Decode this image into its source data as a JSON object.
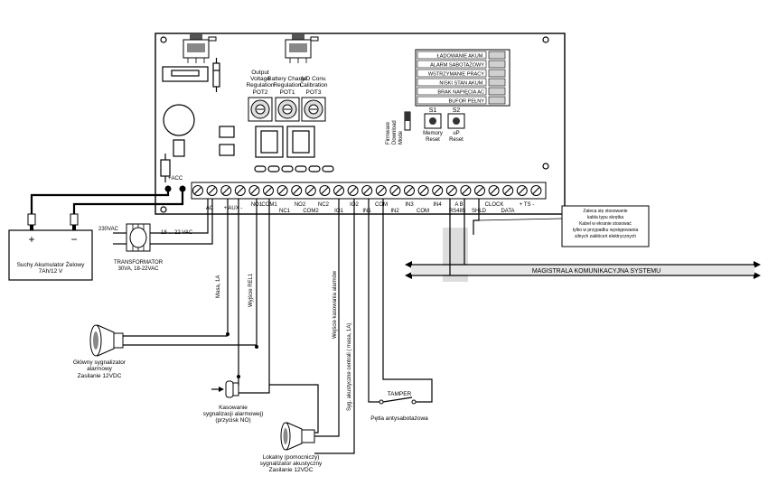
{
  "board": {
    "status_leds": [
      "ŁADOWANIE AKUM.",
      "ALARM SABOTAŻOWY",
      "WSTRZYMANIE PRACY",
      "NISKI STAN AKUM.",
      "BRAK NAPIĘCIA AC",
      "BUFOR PEŁNY"
    ],
    "pot2": {
      "desc_1": "Output",
      "desc_2": "Voltage",
      "desc_3": "Regulation",
      "label": "POT2"
    },
    "pot1": {
      "desc_1": "Battery Charge",
      "desc_2": "Regulation",
      "label": "POT1"
    },
    "pot3": {
      "desc_1": "A/D Conv.",
      "desc_2": "Calibration",
      "label": "POT3"
    },
    "firmware_1": "Firmware",
    "firmware_2": "Download",
    "firmware_3": "Mode",
    "s1": {
      "label": "S1",
      "desc_1": "Memory",
      "desc_2": "Reset"
    },
    "s2": {
      "label": "S2",
      "desc_1": "uP",
      "desc_2": "Reset"
    },
    "acc_label": "+ACC",
    "terminals_top": {
      "aux": "+ AUX -",
      "com1": "COM1",
      "nc2": "NC2",
      "com2_top": "",
      "io2_top": "",
      "com": "COM",
      "in4_top": "",
      "ab": "A    B",
      "clock": "CLOCK",
      "ts": "+ TS -"
    },
    "terminals_bottom": {
      "ac": "AC",
      "nc1": "NC1",
      "com2": "COM2",
      "io1": "IO1",
      "io2": "IO2",
      "in1": "IN1",
      "in2": "IN2",
      "in3": "IN3",
      "com": "COM",
      "in4": "IN4",
      "rs485": "RS485",
      "shld": "SHLD",
      "data": "DATA"
    },
    "no1": "NO1",
    "no2": "NO2",
    "nc2b": "NC2"
  },
  "battery": {
    "plus": "+",
    "minus": "−",
    "name": "Suchy Akumulator Żelowy",
    "spec": "7Ah/12 V"
  },
  "transformer": {
    "input": "230VAC",
    "output": "18 ... 22 VAC",
    "name": "TRANSFORMATOR",
    "spec": "30VA, 18-22VAC"
  },
  "wire_labels": {
    "masa": "Masa, 1A",
    "rel1": "Wyjście REL1",
    "kasowanie": "Wejście kasowania alarmów",
    "syg": "Syg. akustyczne centrali ( masa, 1A)"
  },
  "siren_main": {
    "line1": "Główny sygnalizator",
    "line2": "alarmowy",
    "line3": "Zasilanie 12VDC"
  },
  "reset_button": {
    "line1": "Kasowanie",
    "line2": "sygnalizacji alarmowej)",
    "line3": "(przycisk NO)"
  },
  "siren_local": {
    "line1": "Lokalny (pomocniczy)",
    "line2": "sygnalizator akustyczny",
    "line3": "Zasilanie 12VDC"
  },
  "tamper": {
    "label": "TAMPER",
    "desc": "Pętla antysabotażowa"
  },
  "bus": {
    "label": "MAGISTRALA KOMUNIKACYJNA SYSTEMU"
  },
  "note": {
    "line1": "Zaleca się stosowanie",
    "line2": "kabla typu skrętka",
    "line3": "Kabel w ekranie stosować",
    "line4": "tylko w przypadku występowania",
    "line5": "silnych zakłóceń  elektrycznych"
  }
}
